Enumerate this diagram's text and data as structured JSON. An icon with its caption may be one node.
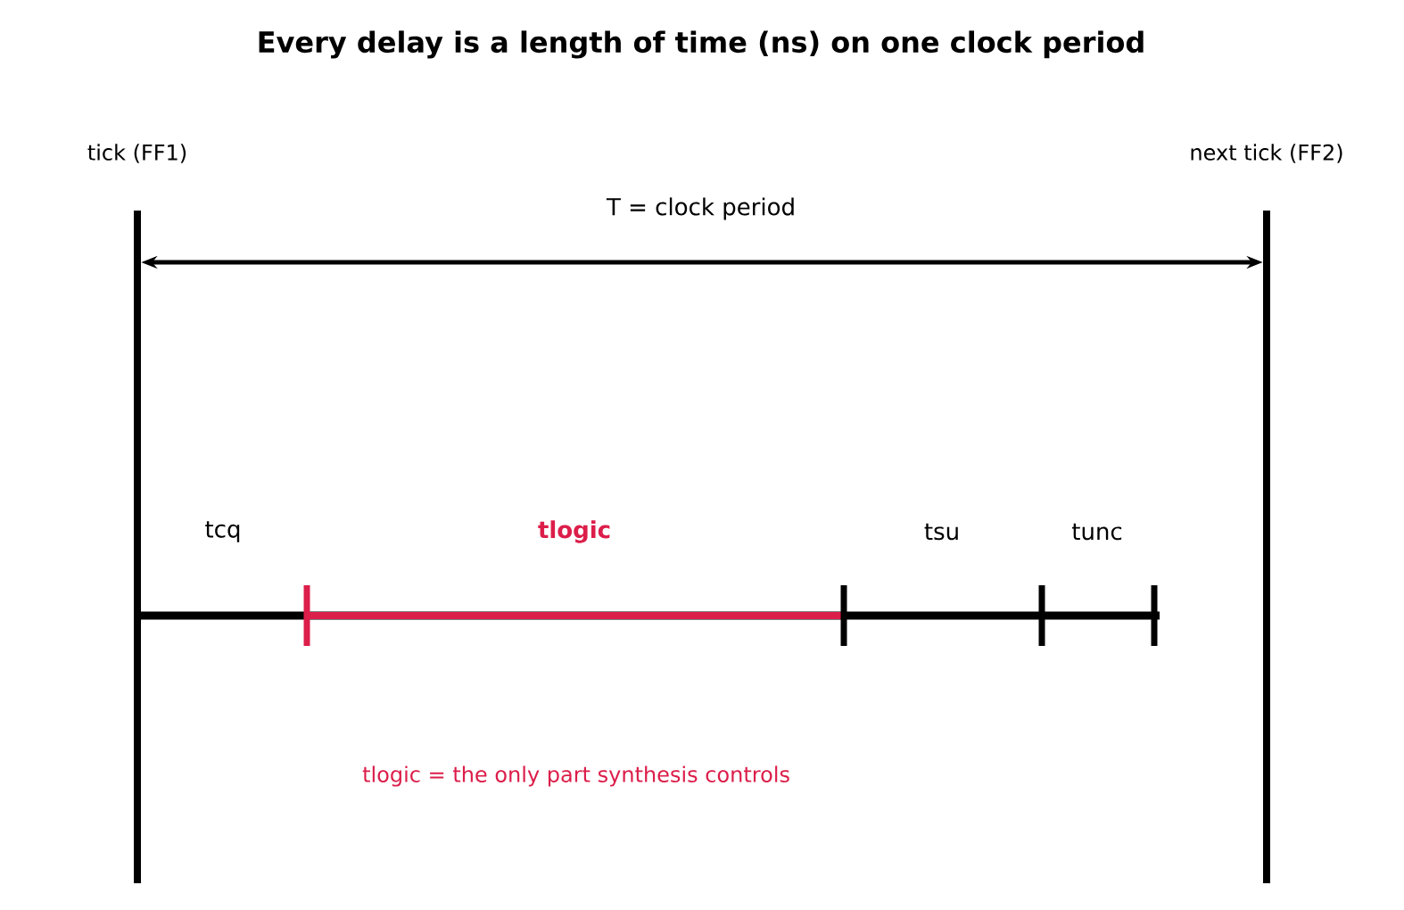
{
  "diagram": {
    "title": "Every delay is a length of time (ns) on one clock period",
    "nodes": [
      {
        "text": [
          "tick (FF1)"
        ]
      },
      {
        "text": [
          "next tick (FF2)"
        ]
      }
    ],
    "edges": [
      {
        "from": 0,
        "to": 1,
        "arrow": "both",
        "label": "T = clock period"
      }
    ],
    "labels": [
      "tcq",
      "tlogic",
      "tsu",
      "tunc",
      "tlogic = the only part synthesis controls"
    ]
  }
}
